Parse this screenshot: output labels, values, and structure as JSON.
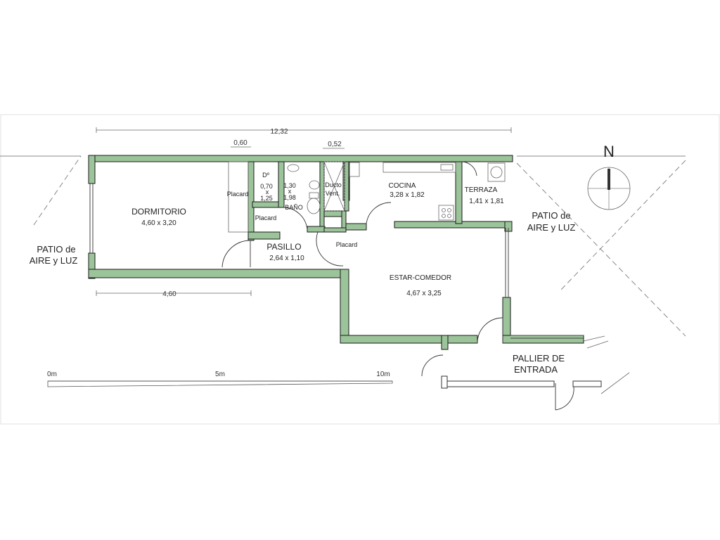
{
  "colors": {
    "wall_fill": "#9cc49a",
    "wall_stroke": "#1a1a1a",
    "line": "#555555",
    "frame": "#e0e0e0"
  },
  "dimensions": {
    "total": "12,32",
    "d060": "0,60",
    "d052": "0,52",
    "bottom": "4,60"
  },
  "rooms": {
    "dormitorio": {
      "name": "DORMITORIO",
      "size": "4,60 x 3,20"
    },
    "pasillo": {
      "name": "PASILLO",
      "size": "2,64 x 1,10"
    },
    "estar": {
      "name": "ESTAR-COMEDOR",
      "size": "4,67 x 3,25"
    },
    "cocina": {
      "name": "COCINA",
      "size": "3,28 x 1,82"
    },
    "terraza": {
      "name": "TERRAZA",
      "size": "1,41 x 1,81"
    },
    "ducha": {
      "name": "Dº",
      "w": "0,70",
      "x": "x",
      "h": "1,25"
    },
    "bano": {
      "name": "BAÑO",
      "w": "1,30",
      "x": "x",
      "h": "1,98"
    },
    "ducto": {
      "line1": "Ducto",
      "line2": "Vent."
    }
  },
  "placards": {
    "dorm": "Placard",
    "small": "Placard",
    "pasillo": "Placard"
  },
  "patio_left": {
    "line1": "PATIO de",
    "line2": "AIRE y LUZ"
  },
  "patio_right": {
    "line1": "PATIO de",
    "line2": "AIRE y LUZ"
  },
  "pallier": {
    "line1": "PALLIER DE",
    "line2": "ENTRADA"
  },
  "scale": {
    "start": "0m",
    "mid": "5m",
    "end": "10m"
  },
  "compass": {
    "label": "N"
  }
}
